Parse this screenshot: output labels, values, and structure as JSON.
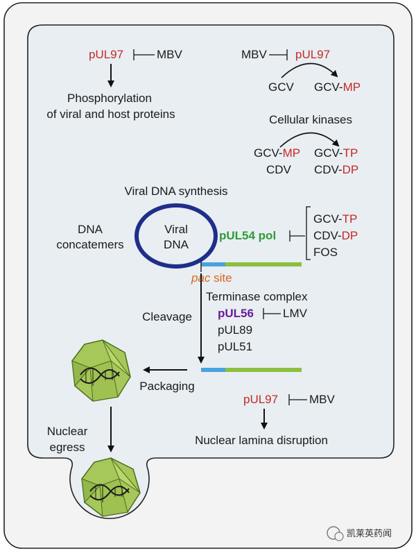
{
  "colors": {
    "cell_fill": "#f3f3f3",
    "nucleus_fill": "#e8eef1",
    "dna_loop": "#1f2e8a",
    "red_text": "#c62828",
    "green_text": "#2e9b3a",
    "purple_text": "#6a1b9a",
    "pac_site": "#d9661f",
    "segment_blue": "#4aa3df",
    "segment_green": "#8cbf3f",
    "capsid_fill": "#a6c85a",
    "capsid_edge": "#4d6a1a"
  },
  "top_left": {
    "protein": "pUL97",
    "inhibitor": "MBV",
    "outcome_line1": "Phosphorylation",
    "outcome_line2": "of viral and host proteins"
  },
  "top_right": {
    "inhibitor": "MBV",
    "protein": "pUL97",
    "substrate": "GCV",
    "product_base": "GCV-",
    "product_suffix": "MP"
  },
  "kinases": {
    "label": "Cellular kinases",
    "in1_base": "GCV-",
    "in1_suffix": "MP",
    "in2": "CDV",
    "out1_base": "GCV-",
    "out1_suffix": "TP",
    "out2_base": "CDV-",
    "out2_suffix": "DP"
  },
  "synthesis": {
    "title": "Viral DNA synthesis",
    "concatemers_line1": "DNA",
    "concatemers_line2": "concatemers",
    "viral_dna_line1": "Viral",
    "viral_dna_line2": "DNA",
    "polymerase": "pUL54 pol",
    "inhibitors": [
      {
        "base": "GCV-",
        "suffix": "TP"
      },
      {
        "base": "CDV-",
        "suffix": "DP"
      },
      {
        "base": "FOS",
        "suffix": ""
      }
    ]
  },
  "pac": {
    "italic": "pac",
    "rest": " site"
  },
  "terminase": {
    "title": "Terminase complex",
    "subunit1": "pUL56",
    "inhibitor": "LMV",
    "subunit2": "pUL89",
    "subunit3": "pUL51",
    "cleavage": "Cleavage"
  },
  "packaging": {
    "label": "Packaging"
  },
  "lamina": {
    "protein": "pUL97",
    "inhibitor": "MBV",
    "outcome": "Nuclear lamina disruption"
  },
  "egress": {
    "line1": "Nuclear",
    "line2": "egress"
  },
  "watermark": "凯莱英药闻"
}
